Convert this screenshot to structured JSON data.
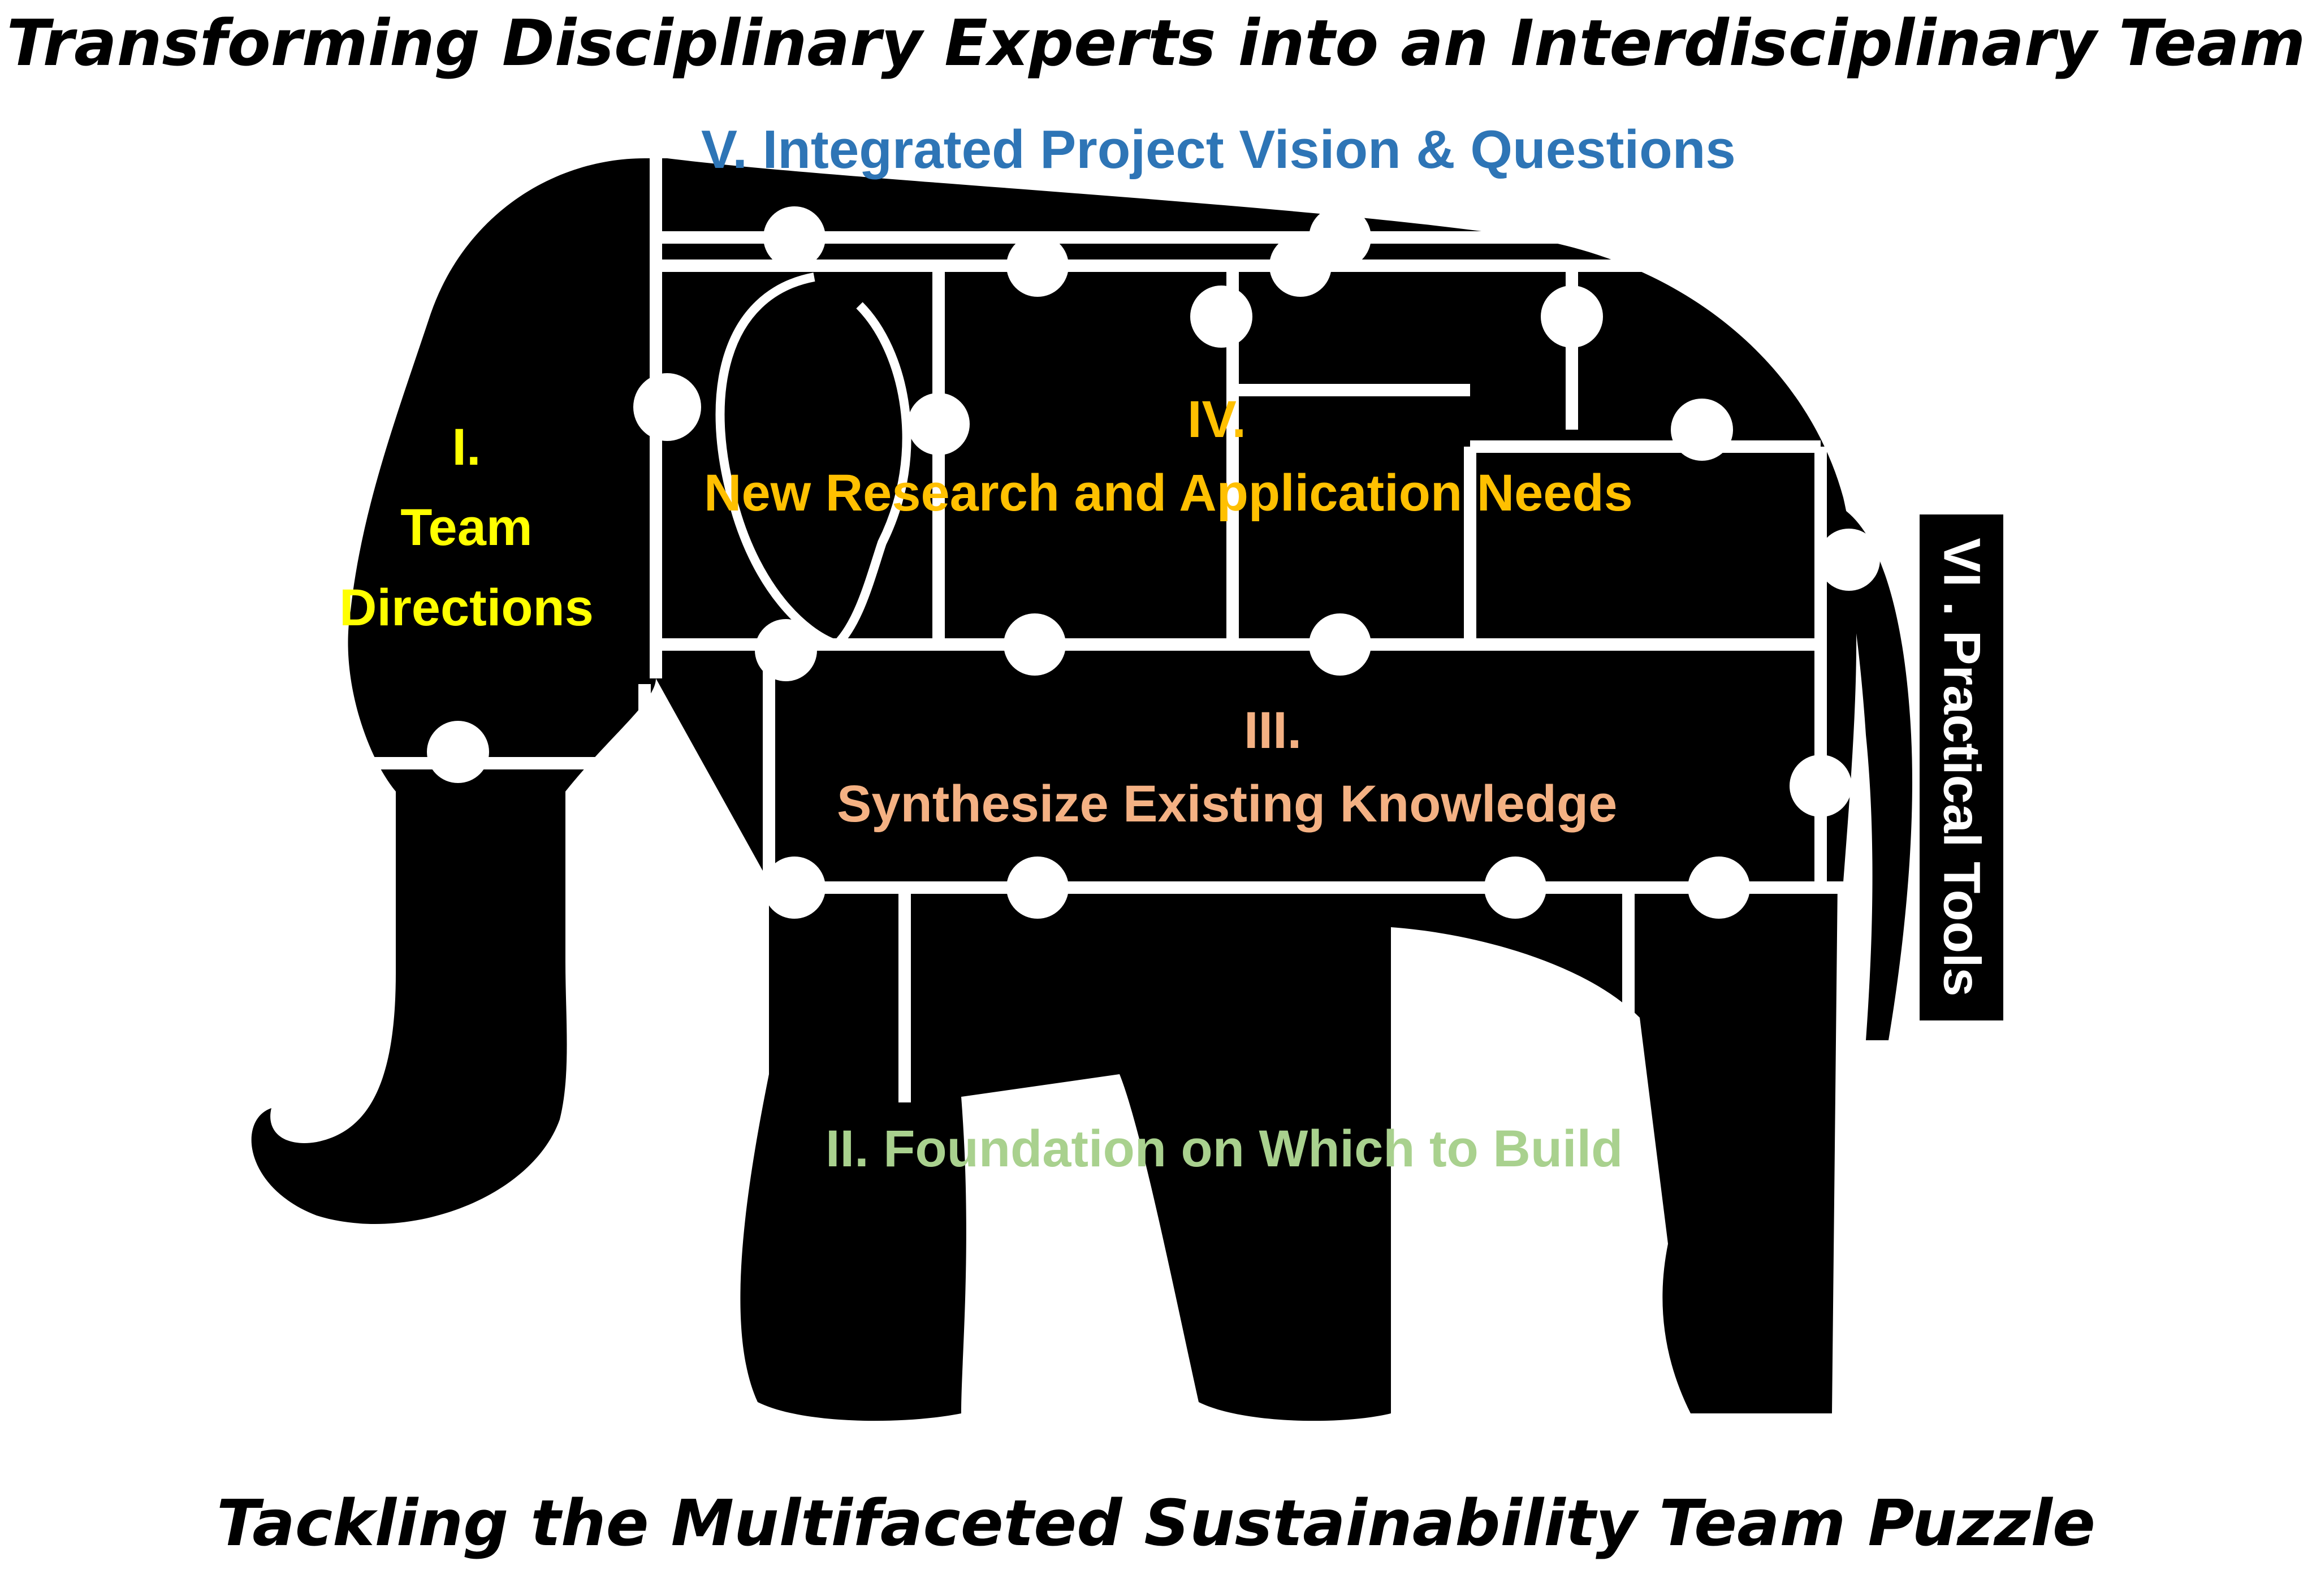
{
  "title_top": "Transforming Disciplinary Experts into an Interdisciplinary Team",
  "title_bottom": "Tackling the Multifaceted  Sustainability Team Puzzle",
  "pieces": {
    "v": "V. Integrated Project Vision & Questions",
    "i_num": "I.",
    "i_line1": "Team",
    "i_line2": "Directions",
    "iv_num": "IV.",
    "iv": "New Research and  Application Needs",
    "iii_num": "III.",
    "iii": "Synthesize Existing Knowledge",
    "ii": "II. Foundation on Which to Build",
    "vi": "VI . Practical Tools"
  },
  "colors": {
    "v": "#2e75b6",
    "i": "#ffff00",
    "iv": "#ffc000",
    "iii": "#f4b183",
    "ii": "#a9d18e",
    "vi": "#ffffff",
    "silhouette": "#000000"
  }
}
